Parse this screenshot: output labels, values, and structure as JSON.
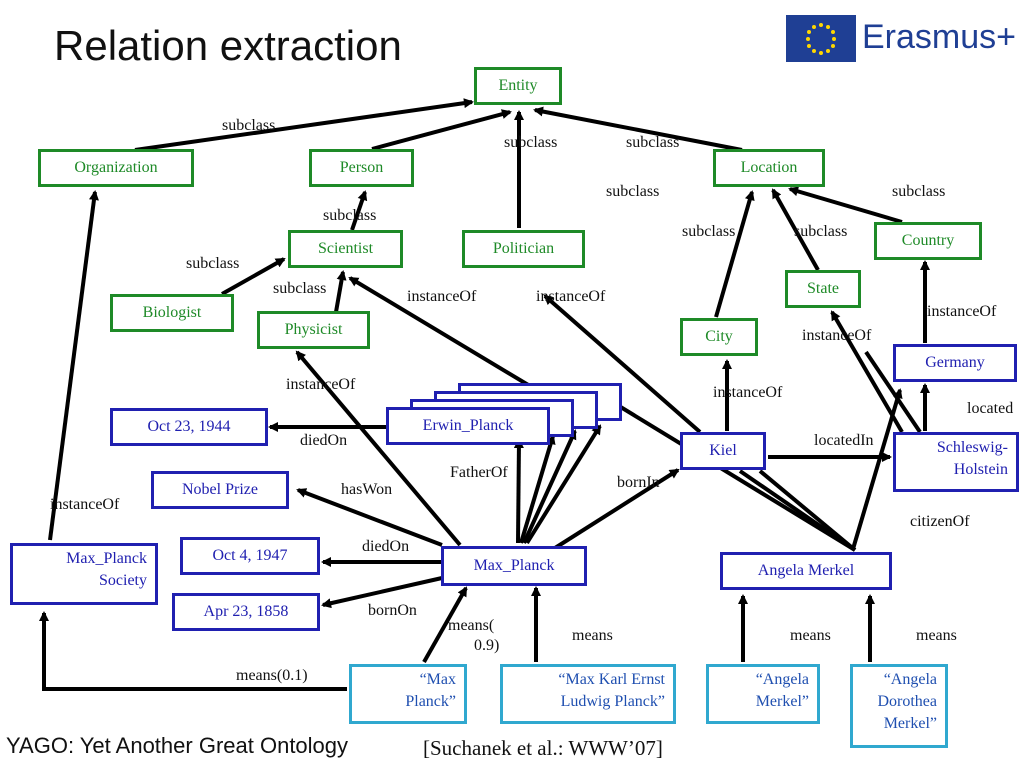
{
  "title": "Relation extraction",
  "logo": {
    "text": "Erasmus+",
    "icon": "eu-flag-icon",
    "flag_color": "#1f3f94",
    "star_color": "#ffd700"
  },
  "nodes": {
    "entity": "Entity",
    "organization": "Organization",
    "person": "Person",
    "location": "Location",
    "scientist": "Scientist",
    "politician": "Politician",
    "country": "Country",
    "biologist": "Biologist",
    "physicist": "Physicist",
    "state": "State",
    "city": "City",
    "germany": "Germany",
    "oct1944": "Oct 23, 1944",
    "erwin": "Erwin_Planck",
    "kiel": "Kiel",
    "schleswig1": "Schleswig-",
    "schleswig2": "Holstein",
    "nobel": "Nobel Prize",
    "mps1": "Max_Planck",
    "mps2": "Society",
    "oct1947": "Oct 4, 1947",
    "maxplanck": "Max_Planck",
    "merkel": "Angela Merkel",
    "apr1858": "Apr 23, 1858",
    "q_max1": "“Max",
    "q_max2": "Planck”",
    "q_full1": "“Max Karl Ernst",
    "q_full2": "Ludwig Planck”",
    "q_am1": "“Angela",
    "q_am2": "Merkel”",
    "q_adm1": "“Angela",
    "q_adm2": "Dorothea",
    "q_adm3": "Merkel”"
  },
  "edge_labels": {
    "subclass_org": "subclass",
    "subclass_person": "subclass",
    "subclass_loc": "subclass",
    "subclass_city": "subclass",
    "subclass_country": "subclass",
    "subclass_scientist": "subclass",
    "subclass_city2": "subclass",
    "subclass_state": "subclass",
    "subclass_biologist": "subclass",
    "subclass_physicist": "subclass",
    "instanceOf_scientist": "instanceOf",
    "instanceOf_politician": "instanceOf",
    "instanceOf_country": "instanceOf",
    "instanceOf_state": "instanceOf",
    "instanceOf_physicist": "instanceOf",
    "instanceOf_city": "instanceOf",
    "located": "located",
    "diedOn": "diedOn",
    "locatedIn": "locatedIn",
    "fatherOf": "FatherOf",
    "bornIn": "bornIn",
    "hasWon": "hasWon",
    "instanceOf_org": "instanceOf",
    "citizenOf": "citizenOf",
    "diedOn2": "diedOn",
    "bornOn": "bornOn",
    "means_09a": "means(",
    "means_09b": "0.9)",
    "means1": "means",
    "means2": "means",
    "means3": "means",
    "means_01": "means(0.1)"
  },
  "footer": {
    "yago": "YAGO: Yet Another Great Ontology",
    "citation": "[Suchanek et al.: WWW’07]"
  }
}
